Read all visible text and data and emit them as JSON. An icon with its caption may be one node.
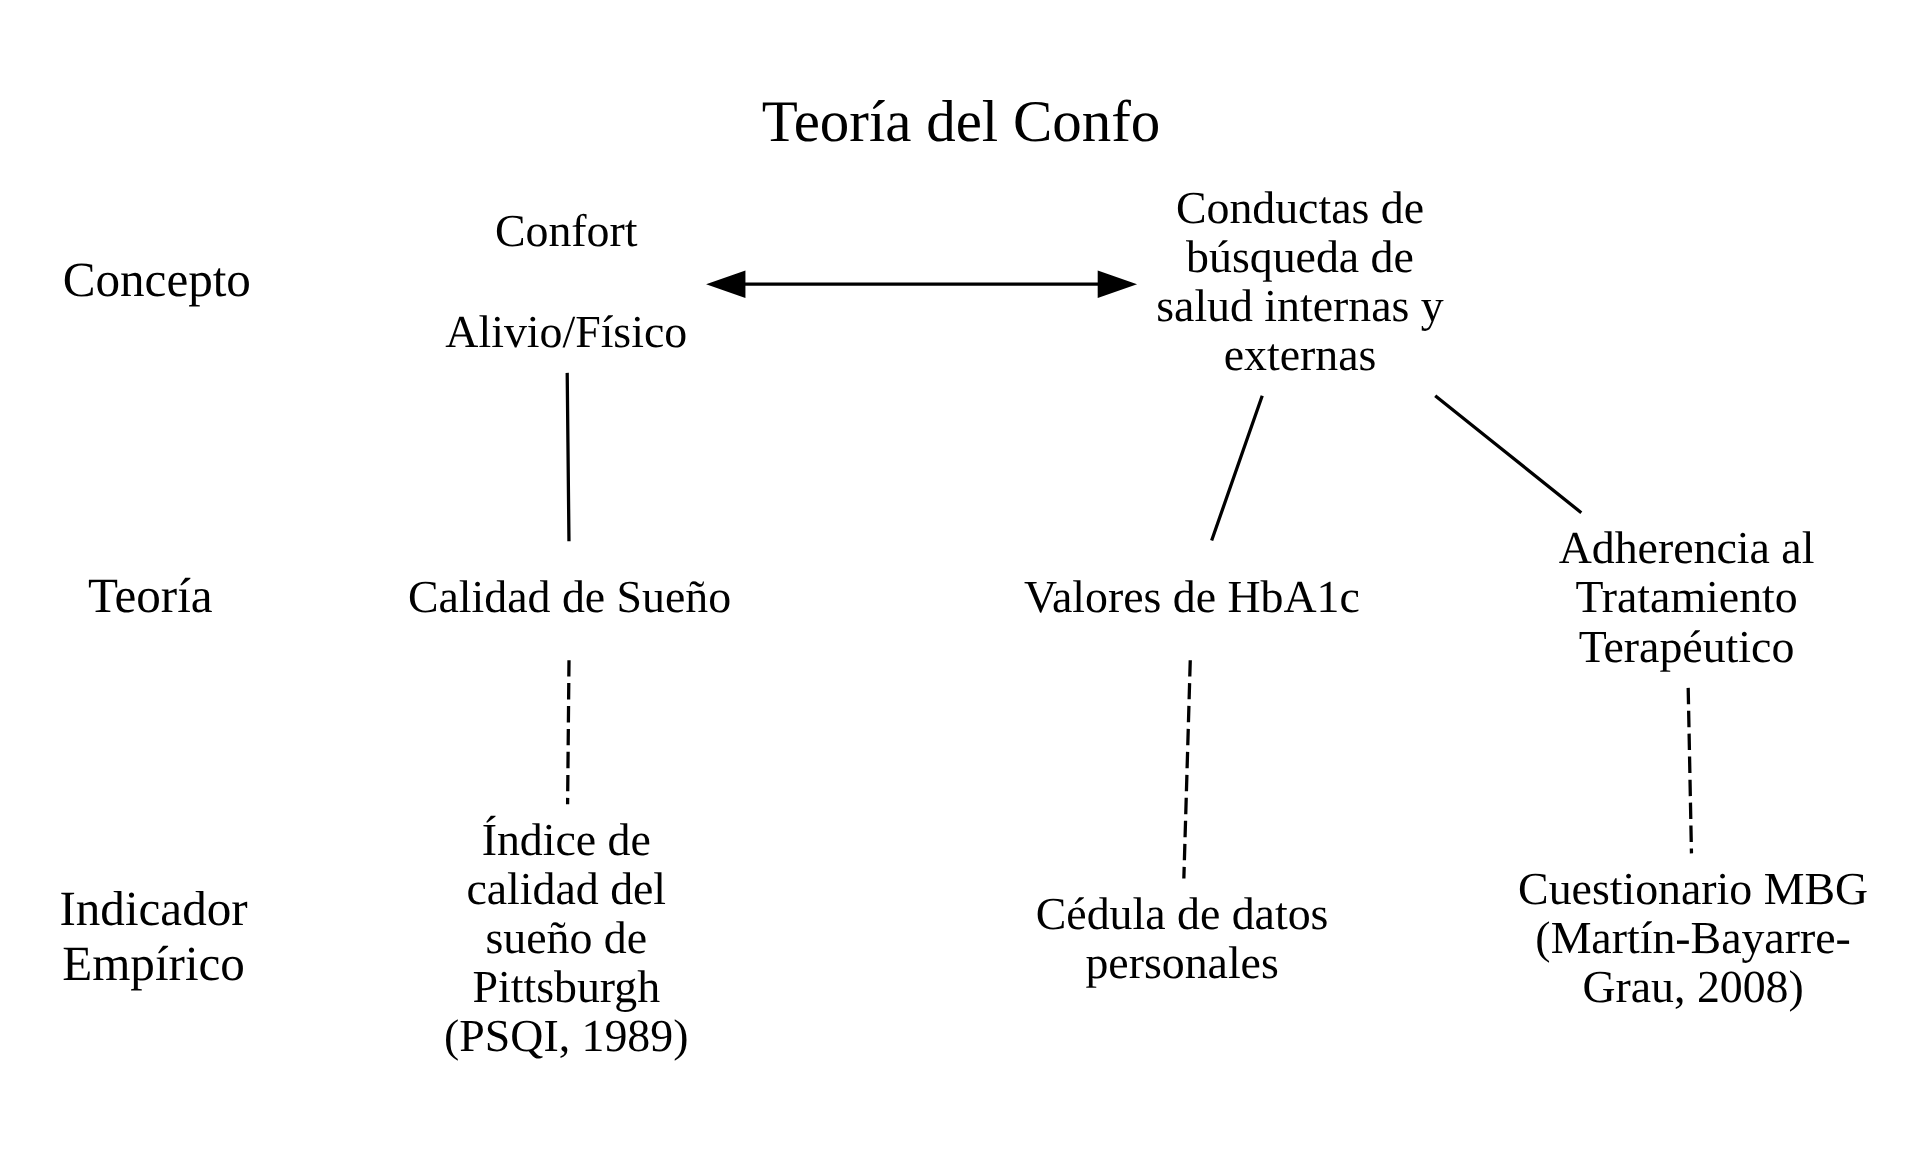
{
  "diagram": {
    "title": "Teoría del Confo",
    "nodes": [
      {
        "text": [
          "Confort",
          "Alivio/Físico"
        ]
      },
      {
        "text": [
          "Conductas de búsqueda de salud internas y externas"
        ]
      },
      {
        "text": [
          "Calidad de Sueño"
        ]
      },
      {
        "text": [
          "Valores de HbA1c"
        ]
      },
      {
        "text": [
          "Adherencia al Tratamiento Terapéutico"
        ]
      },
      {
        "text": [
          "Índice de calidad del sueño de Pittsburgh (PSQI, 1989)"
        ]
      },
      {
        "text": [
          "Cédula de datos personales"
        ]
      },
      {
        "text": [
          "Cuestionario MBG (Martín-Bayarre-Grau, 2008)"
        ]
      }
    ],
    "edges": [
      {
        "from": 0,
        "to": 1,
        "arrow": "both"
      },
      {
        "from": 0,
        "to": 2,
        "arrow": "none"
      },
      {
        "from": 1,
        "to": 3,
        "arrow": "none"
      },
      {
        "from": 1,
        "to": 4,
        "arrow": "none"
      },
      {
        "from": 2,
        "to": 5,
        "arrow": "none",
        "style": "dashed"
      },
      {
        "from": 3,
        "to": 6,
        "arrow": "none",
        "style": "dashed"
      },
      {
        "from": 4,
        "to": 7,
        "arrow": "none",
        "style": "dashed"
      }
    ],
    "labels": [
      "Concepto",
      "Teoría",
      "Indicador Empírico"
    ]
  }
}
